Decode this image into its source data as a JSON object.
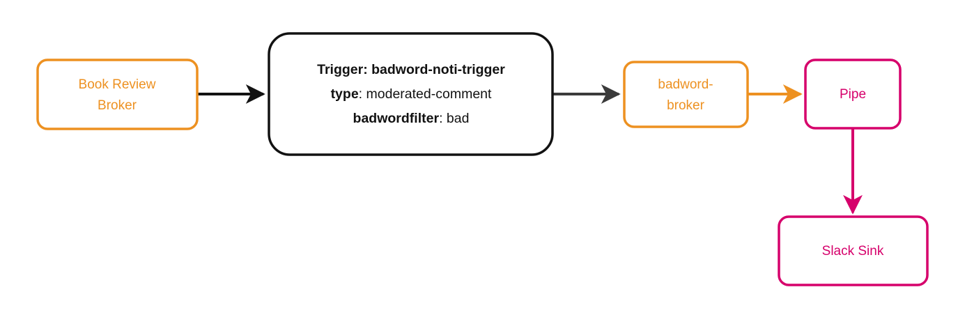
{
  "diagram": {
    "type": "flowchart",
    "direction": "left-to-right",
    "background_color": "#ffffff",
    "colors": {
      "orange": "#ed9121",
      "pink": "#d6006b",
      "black": "#121212",
      "dark_gray": "#3b3b3b",
      "white": "#ffffff"
    },
    "nodes": {
      "book_review_broker": {
        "label_line1": "Book Review",
        "label_line2": "Broker",
        "color": "#ed9121",
        "shape": "rounded-rect"
      },
      "trigger": {
        "line1_key": "Trigger:",
        "line1_value": "badword-noti-trigger",
        "line2_key": "type",
        "line2_sep": ": ",
        "line2_value": "moderated-comment",
        "line3_key": "badwordfilter",
        "line3_sep": ": ",
        "line3_value": "bad",
        "color": "#121212",
        "shape": "rounded-rect"
      },
      "badword_broker": {
        "label_line1": "badword-",
        "label_line2": "broker",
        "color": "#ed9121",
        "shape": "rounded-rect"
      },
      "pipe": {
        "label": "Pipe",
        "color": "#d6006b",
        "shape": "rounded-rect"
      },
      "slack_sink": {
        "label": "Slack Sink",
        "color": "#d6006b",
        "shape": "rounded-rect"
      }
    },
    "edges": [
      {
        "id": "broker-to-trigger",
        "from": "book_review_broker",
        "to": "trigger",
        "color": "#121212",
        "label": ""
      },
      {
        "id": "trigger-to-badword-broker",
        "from": "trigger",
        "to": "badword_broker",
        "color": "#3b3b3b",
        "label": ""
      },
      {
        "id": "badword-broker-to-pipe",
        "from": "badword_broker",
        "to": "pipe",
        "color": "#ed9121",
        "label": ""
      },
      {
        "id": "pipe-to-slack-sink",
        "from": "pipe",
        "to": "slack_sink",
        "color": "#d6006b",
        "label": ""
      }
    ]
  }
}
